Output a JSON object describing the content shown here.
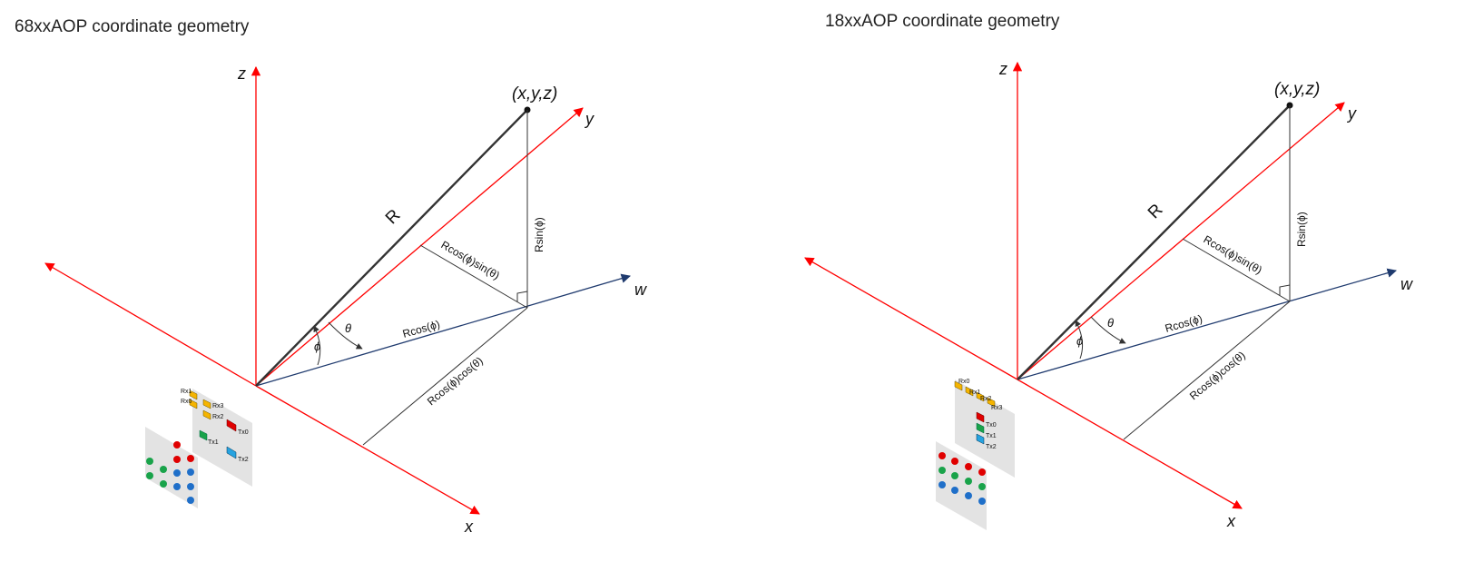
{
  "left": {
    "title": "68xxAOP coordinate geometry",
    "point_label": "(x,y,z)",
    "axis_z": "z",
    "axis_y": "y",
    "axis_x": "x",
    "axis_w": "w",
    "r_label": "R",
    "rsin_label": "Rsin(ϕ)",
    "rcos_sin_label": "Rcos(ϕ)sin(θ)",
    "rcos_label": "Rcos(ϕ)",
    "rcos_cos_label": "Rcos(ϕ)cos(θ)",
    "phi": "ϕ",
    "theta": "θ",
    "antennas": {
      "rx0": "Rx0",
      "rx1": "Rx1",
      "rx2": "Rx2",
      "rx3": "Rx3",
      "tx0": "Tx0",
      "tx1": "Tx1",
      "tx2": "Tx2"
    }
  },
  "right": {
    "title": "18xxAOP coordinate geometry",
    "point_label": "(x,y,z)",
    "axis_z": "z",
    "axis_y": "y",
    "axis_x": "x",
    "axis_w": "w",
    "r_label": "R",
    "rsin_label": "Rsin(ϕ)",
    "rcos_sin_label": "Rcos(ϕ)sin(θ)",
    "rcos_label": "Rcos(ϕ)",
    "rcos_cos_label": "Rcos(ϕ)cos(θ)",
    "phi": "ϕ",
    "theta": "θ",
    "antennas": {
      "rx0": "Rx0",
      "rx1": "Rx1",
      "rx2": "Rx2",
      "rx3": "Rx3",
      "tx0": "Tx0",
      "tx1": "Tx1",
      "tx2": "Tx2"
    }
  },
  "colors": {
    "axis_red": "#ff0000",
    "axis_navy": "#1f3a6e",
    "line_dark": "#333333",
    "rx_yellow": "#f5b400",
    "tx0_red": "#e00000",
    "tx1_green": "#19a34a",
    "tx2_blue": "#27a3e0",
    "dot_red": "#e00000",
    "dot_green": "#19a34a",
    "dot_blue": "#1f6fc9",
    "board_gray": "#e3e3e3"
  }
}
